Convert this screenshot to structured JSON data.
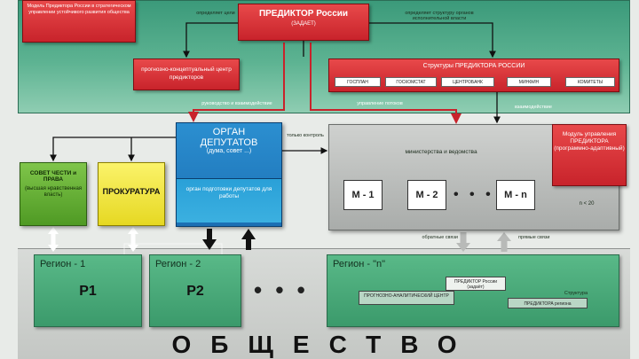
{
  "top": {
    "note": "Модель Предиктора России в стратегическом управлении устойчивого развития общества",
    "predictor_title": "ПРЕДИКТОР России",
    "predictor_sub": "(ЗАДАЕТ)",
    "left_arrow_label": "определяет цели",
    "right_arrow_label": "определяет структуру органов исполнительной власти",
    "center_label": "прогнозно-концептуальный центр предикторов",
    "structures_title": "Структуры ПРЕДИКТОРА РОССИИ",
    "orgs": [
      "ГОСПЛАН",
      "ГОСКОМСТАТ",
      "ЦЕНТРОБАНК",
      "МИНФИН",
      "КОМИТЕТЫ"
    ]
  },
  "middle": {
    "guide_label": "руководство и взаимодействие",
    "control_label": "управление потоков",
    "only_control_label": "только контроль",
    "right_interact_label": "взаимодействие",
    "organ_title1": "ОРГАН",
    "organ_title2": "ДЕПУТАТОВ",
    "organ_sub": "(дума, совет ...)",
    "organ_inner": "орган подготовки депутатов для работы",
    "sovet_title": "СОВЕТ ЧЕСТИ и ПРАВА",
    "sovet_sub": "(высшая нравственная власть)",
    "prokuratura": "ПРОКУРАТУРА",
    "ministries_label": "министерства  и  ведомства",
    "mboxes": [
      "М - 1",
      "М - 2",
      "М - n"
    ],
    "mdots": "• • •",
    "module_text": "Модуль управления ПРЕДИКТОРА (программно-адаптивный)",
    "n_label": "n < 20",
    "feedback_label": "обратные связи",
    "direct_label": "прямые связи"
  },
  "bottom": {
    "region1": "Регион - 1",
    "p1": "P1",
    "region2": "Регион - 2",
    "p2": "P2",
    "dots": "• • •",
    "regionn": "Регион - \"n\"",
    "rpredictor": "ПРЕДИКТОР России (задаёт)",
    "rcenter": "ПРОГНОЗНО-АНАЛИТИЧЕСКИЙ ЦЕНТР",
    "rstruct_title": "Структура",
    "rstruct": "ПРЕДИКТОРА региона",
    "society": "ОБЩЕСТВО"
  },
  "colors": {
    "top_band": "#5db392",
    "red": "#c8232b",
    "organ_blue": "#1c6fb4",
    "sovet_green": "#4f9a24",
    "prokuratura_yellow": "#e6d822",
    "region_green": "#3b9a6b",
    "ministries_gray": "#a9acaa"
  }
}
